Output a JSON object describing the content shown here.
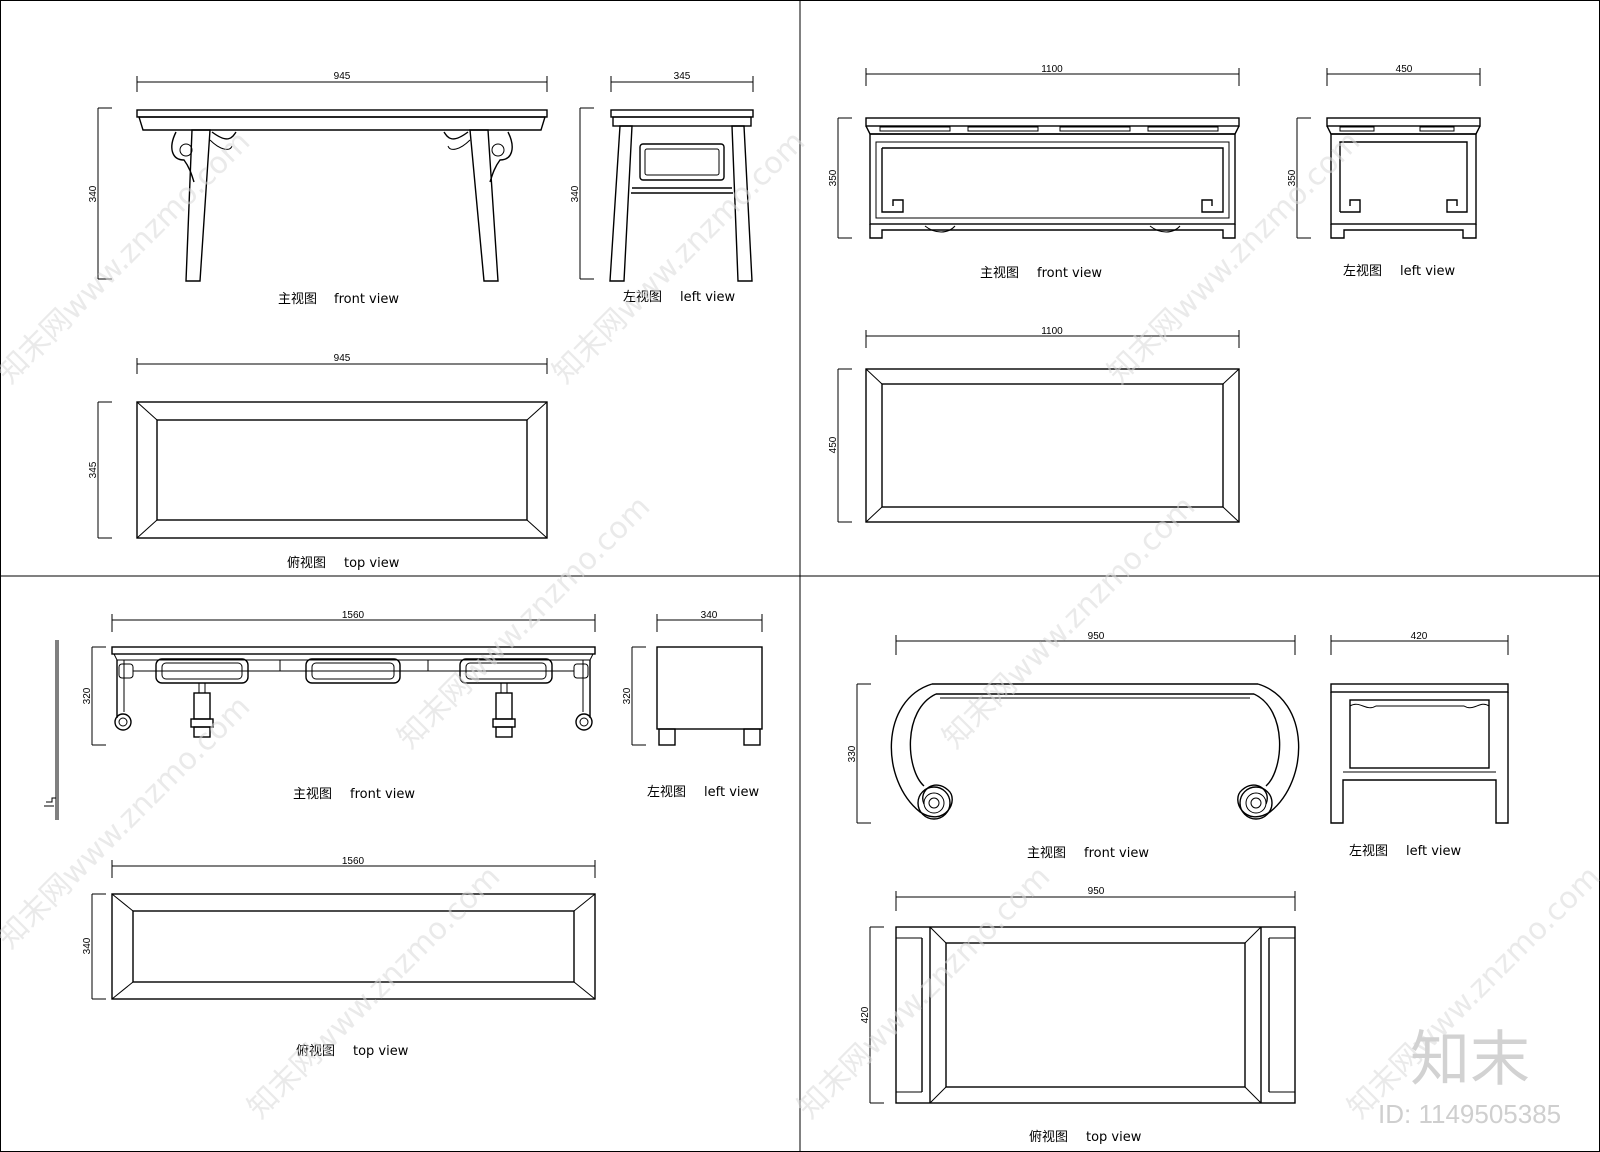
{
  "panels": [
    {
      "front": {
        "width": "945",
        "height": "340",
        "caption_cn": "主视图",
        "caption_en": "front view"
      },
      "left": {
        "width": "345",
        "height": "340",
        "caption_cn": "左视图",
        "caption_en": "left view"
      },
      "top": {
        "width": "945",
        "height": "345",
        "caption_cn": "俯视图",
        "caption_en": "top view"
      }
    },
    {
      "front": {
        "width": "1100",
        "height": "350",
        "caption_cn": "主视图",
        "caption_en": "front view"
      },
      "left": {
        "width": "450",
        "height": "350",
        "caption_cn": "左视图",
        "caption_en": "left view"
      },
      "top": {
        "width": "1100",
        "height": "450"
      }
    },
    {
      "front": {
        "width": "1560",
        "height": "320",
        "caption_cn": "主视图",
        "caption_en": "front view"
      },
      "left": {
        "width": "340",
        "height": "320",
        "caption_cn": "左视图",
        "caption_en": "left view"
      },
      "top": {
        "width": "1560",
        "height": "340",
        "caption_cn": "俯视图",
        "caption_en": "top view"
      }
    },
    {
      "front": {
        "width": "950",
        "height": "330",
        "caption_cn": "主视图",
        "caption_en": "front view"
      },
      "left": {
        "width": "420",
        "height": "",
        "caption_cn": "左视图",
        "caption_en": "left view"
      },
      "top": {
        "width": "950",
        "height": "420",
        "caption_cn": "俯视图",
        "caption_en": "top view"
      }
    }
  ],
  "watermark": {
    "text": "知末网www.znzmo.com",
    "logo": "知末",
    "id": "ID: 1149505385"
  },
  "colors": {
    "line": "#000000",
    "background": "#ffffff",
    "watermark": "#d9d9d9"
  }
}
